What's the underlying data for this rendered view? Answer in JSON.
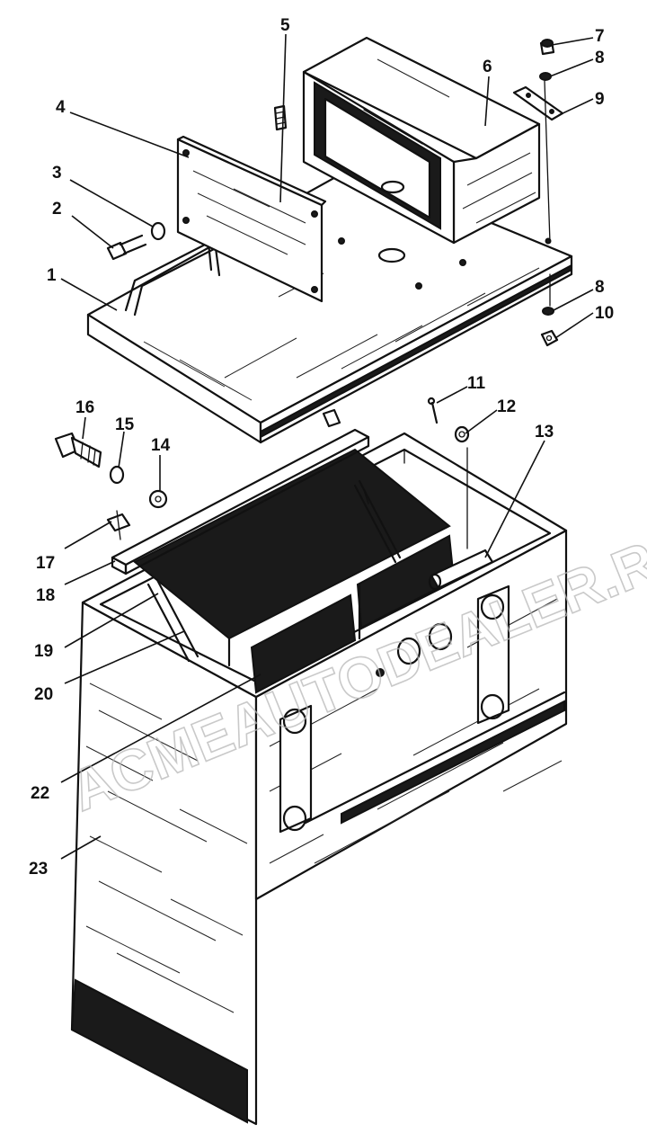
{
  "diagram": {
    "type": "exploded-parts-view",
    "callouts": [
      {
        "id": 1,
        "label": "1"
      },
      {
        "id": 2,
        "label": "2"
      },
      {
        "id": 3,
        "label": "3"
      },
      {
        "id": 4,
        "label": "4"
      },
      {
        "id": 5,
        "label": "5"
      },
      {
        "id": 6,
        "label": "6"
      },
      {
        "id": 7,
        "label": "7"
      },
      {
        "id": 8,
        "label": "8"
      },
      {
        "id": 9,
        "label": "9"
      },
      {
        "id": 10,
        "label": "10"
      },
      {
        "id": 11,
        "label": "11"
      },
      {
        "id": 12,
        "label": "12"
      },
      {
        "id": 13,
        "label": "13"
      },
      {
        "id": 14,
        "label": "14"
      },
      {
        "id": 15,
        "label": "15"
      },
      {
        "id": 16,
        "label": "16"
      },
      {
        "id": 17,
        "label": "17"
      },
      {
        "id": 18,
        "label": "18"
      },
      {
        "id": 19,
        "label": "19"
      },
      {
        "id": 20,
        "label": "20"
      },
      {
        "id": 22,
        "label": "22"
      },
      {
        "id": 23,
        "label": "23"
      }
    ],
    "callout_8_second": "8"
  },
  "watermark": {
    "text": "ACMEAUTODEALER.RU",
    "color": "#b8b8b8"
  }
}
